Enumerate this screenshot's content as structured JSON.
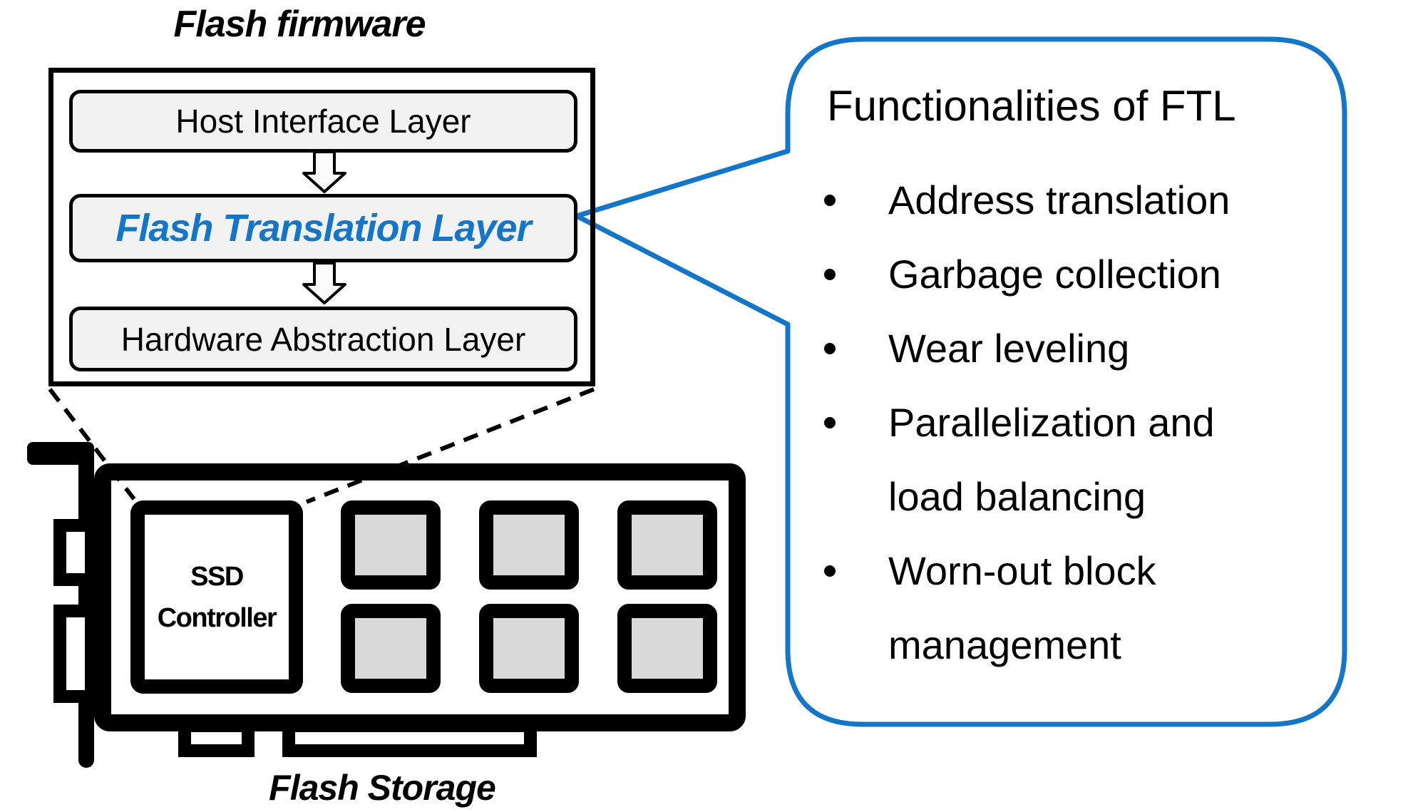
{
  "firmware": {
    "title": "Flash firmware",
    "layers": [
      {
        "id": "host",
        "label": "Host Interface Layer"
      },
      {
        "id": "ftl",
        "label": "Flash Translation Layer"
      },
      {
        "id": "hal",
        "label": "Hardware Abstraction Layer"
      }
    ]
  },
  "storage": {
    "controller_line1": "SSD",
    "controller_line2": "Controller",
    "caption": "Flash Storage",
    "chip_count": 6
  },
  "bubble": {
    "title": "Functionalities of FTL",
    "items": [
      {
        "lines": [
          "Address translation"
        ]
      },
      {
        "lines": [
          "Garbage collection"
        ]
      },
      {
        "lines": [
          "Wear leveling"
        ]
      },
      {
        "lines": [
          "Parallelization and",
          "load balancing"
        ]
      },
      {
        "lines": [
          "Worn-out block",
          "management"
        ]
      }
    ]
  },
  "colors": {
    "accent_blue": "#1476C8",
    "box_fill": "#F2F2F2",
    "chip_fill": "#D9D9D9",
    "ink": "#000000"
  }
}
